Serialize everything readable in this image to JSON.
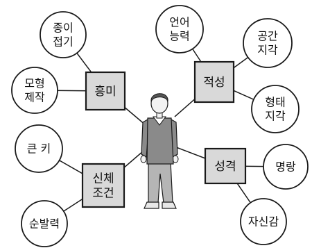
{
  "colors": {
    "box_fill": "#d9d9d9",
    "outline": "#1a1a1a",
    "sweater": "#8a8a8a",
    "pants": "#b5b5b5"
  },
  "figure": {
    "icon": "person-figure"
  },
  "hubs": [
    {
      "id": "interest",
      "lines": [
        "흥미"
      ]
    },
    {
      "id": "aptitude",
      "lines": [
        "적성"
      ]
    },
    {
      "id": "body",
      "lines": [
        "신체",
        "조건"
      ]
    },
    {
      "id": "personality",
      "lines": [
        "성격"
      ]
    }
  ],
  "leaves": [
    {
      "id": "origami",
      "hub": "interest",
      "lines": [
        "종이",
        "접기"
      ]
    },
    {
      "id": "model-making",
      "hub": "interest",
      "lines": [
        "모형",
        "제작"
      ]
    },
    {
      "id": "language",
      "hub": "aptitude",
      "lines": [
        "언어",
        "능력"
      ]
    },
    {
      "id": "spatial",
      "hub": "aptitude",
      "lines": [
        "공간",
        "지각"
      ]
    },
    {
      "id": "form",
      "hub": "aptitude",
      "lines": [
        "형태",
        "지각"
      ]
    },
    {
      "id": "height",
      "hub": "body",
      "lines": [
        "큰 키"
      ]
    },
    {
      "id": "agility",
      "hub": "body",
      "lines": [
        "순발력"
      ]
    },
    {
      "id": "cheerful",
      "hub": "personality",
      "lines": [
        "명랑"
      ]
    },
    {
      "id": "confidence",
      "hub": "personality",
      "lines": [
        "자신감"
      ]
    }
  ]
}
